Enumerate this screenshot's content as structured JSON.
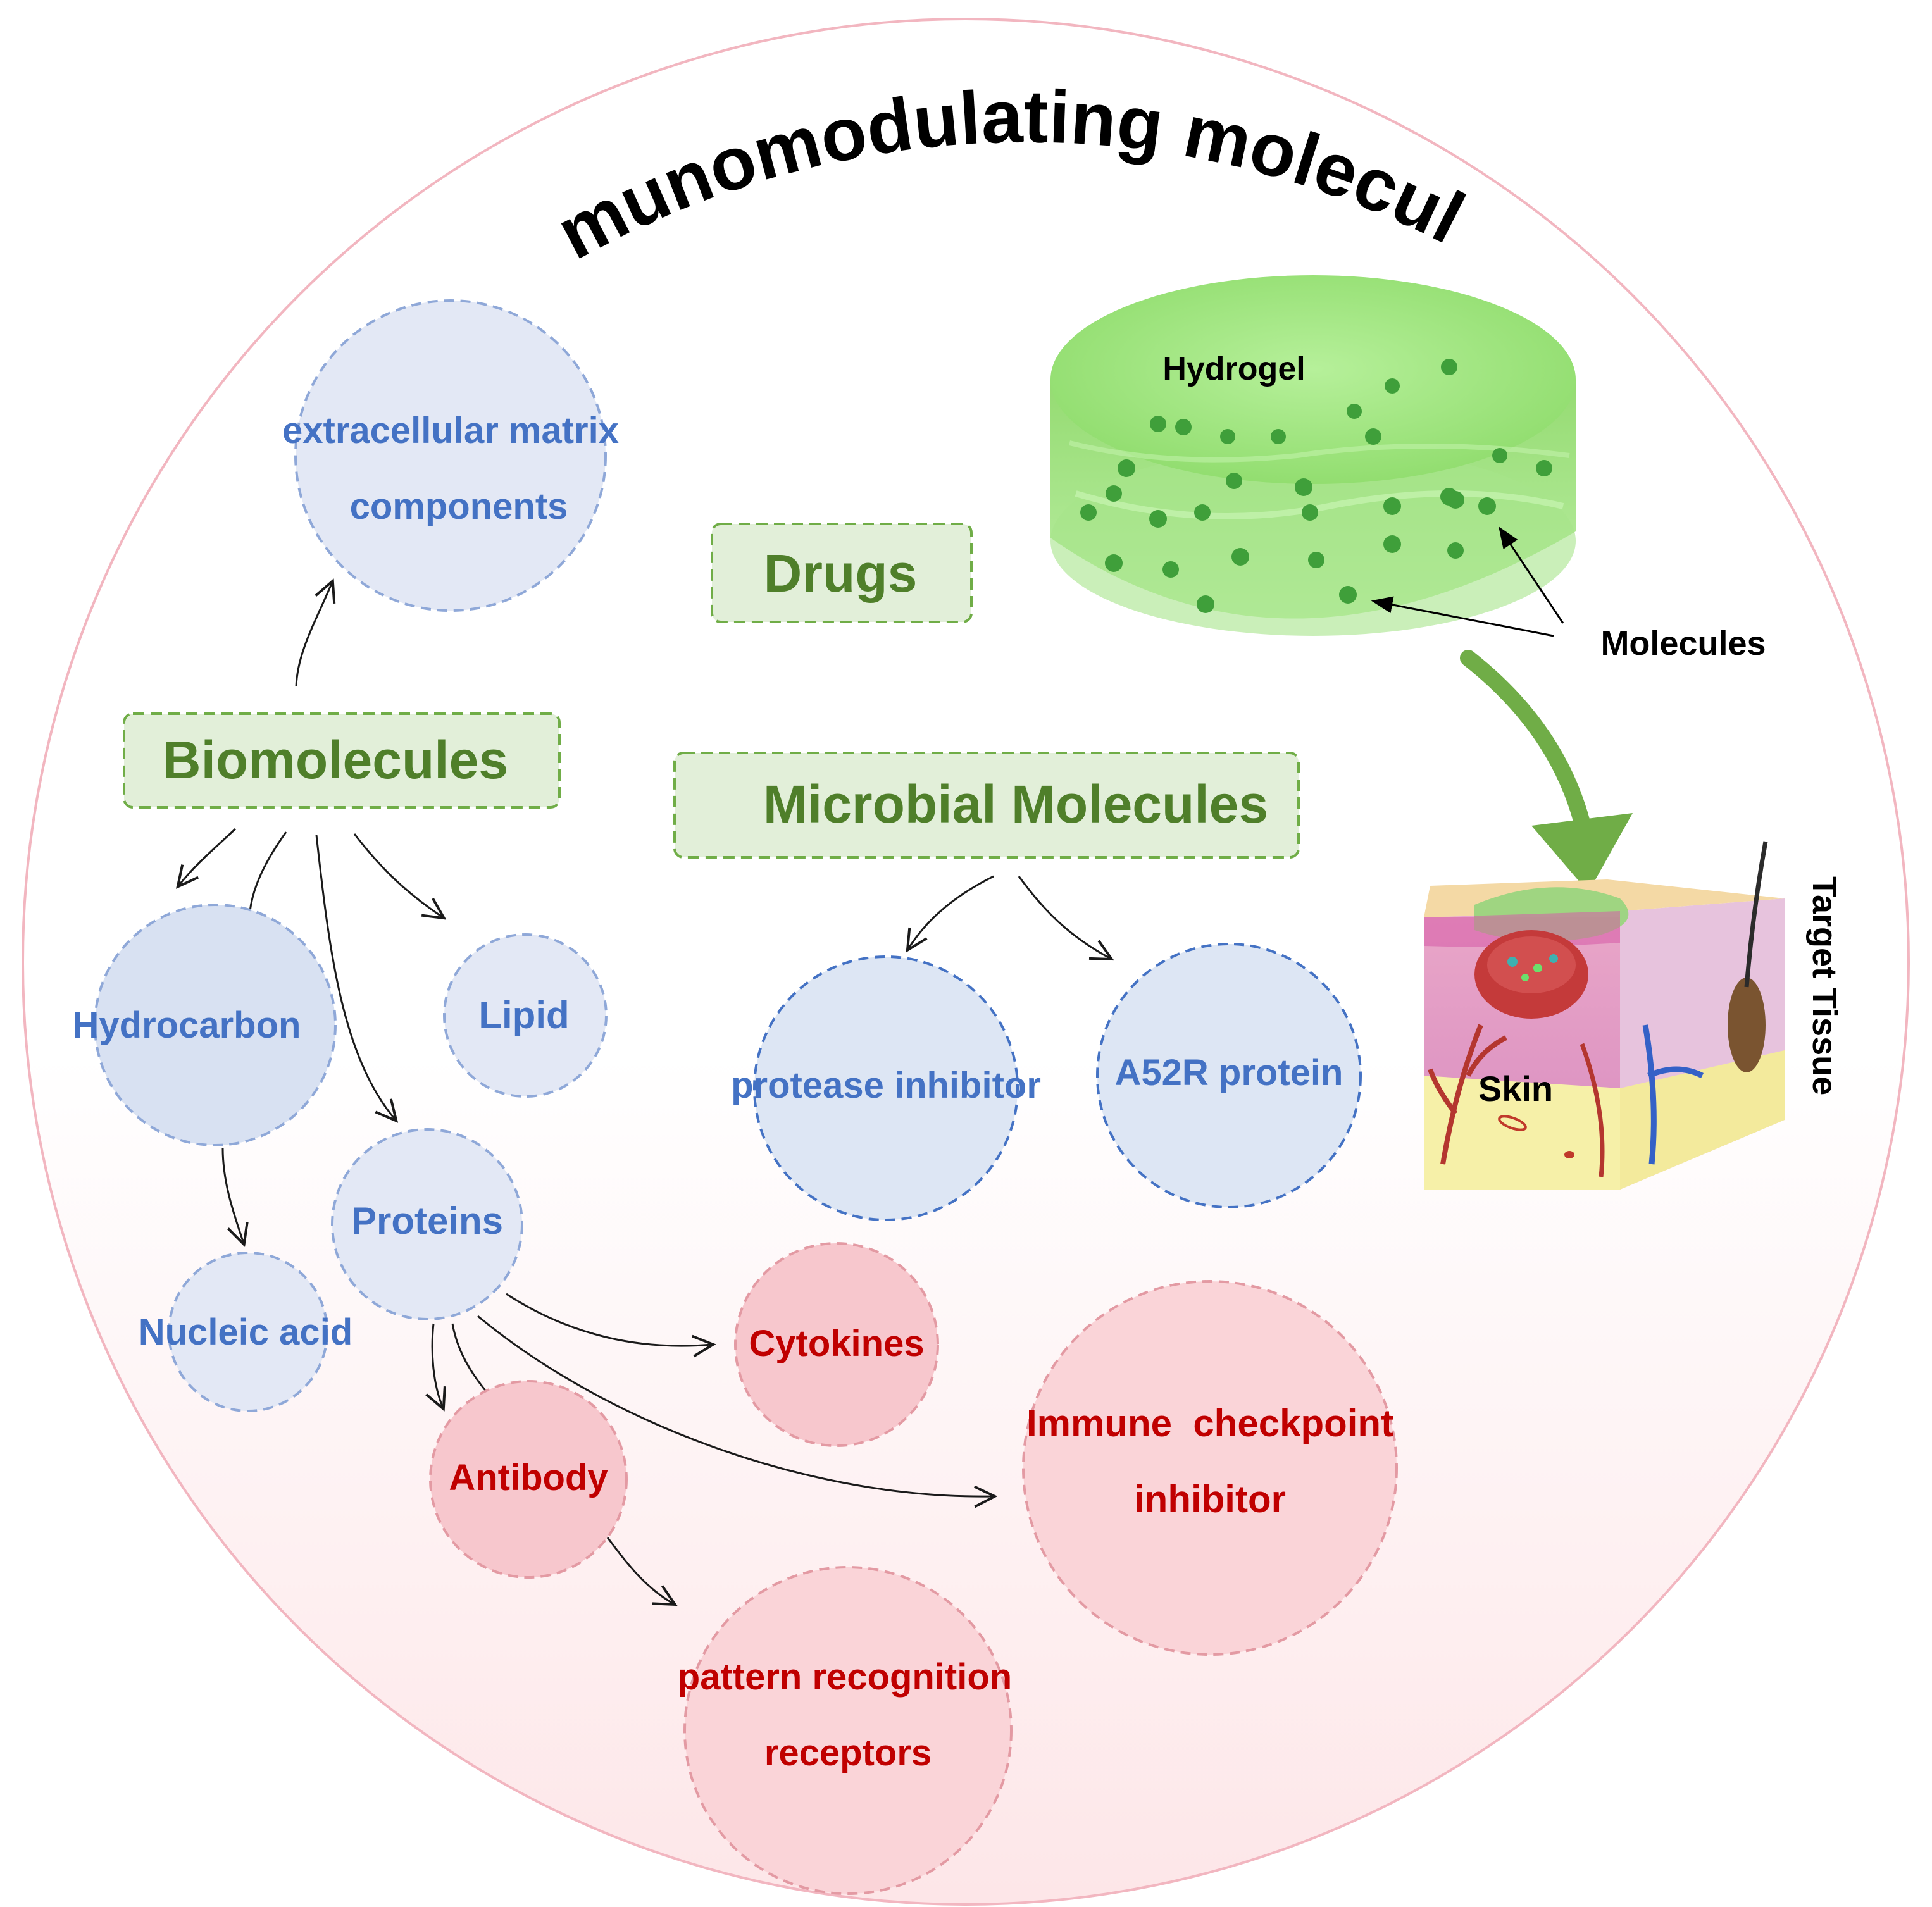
{
  "title": "Immunomodulating molecules",
  "categories": {
    "drugs": "Drugs",
    "biomolecules": "Biomolecules",
    "microbial": "Microbial Molecules"
  },
  "nodes": {
    "ecm_line1": "extracellular matrix",
    "ecm_line2": "components",
    "hydrocarbon": "Hydrocarbon",
    "lipid": "Lipid",
    "proteins": "Proteins",
    "nucleic_acid": "Nucleic acid",
    "protease_inhibitor": "protease inhibitor",
    "a52r": "A52R protein",
    "cytokines": "Cytokines",
    "antibody": "Antibody",
    "checkpoint_line1": "Immune  checkpoint",
    "checkpoint_line2": "inhibitor",
    "prr_line1": "pattern recognition",
    "prr_line2": "receptors"
  },
  "illustration": {
    "hydrogel": "Hydrogel",
    "molecules": "Molecules",
    "skin": "Skin",
    "target_tissue": "Target Tissue"
  },
  "colors": {
    "blue_text": "#4472c4",
    "red_text": "#c00000",
    "green_text": "#4f7f2a",
    "category_fill": "#e2efd9",
    "category_border": "#70ad47",
    "blue_node_fill": "#dae3f3",
    "red_node_fill": "#f8c9cf",
    "hydrogel_green": "#9be37a"
  }
}
